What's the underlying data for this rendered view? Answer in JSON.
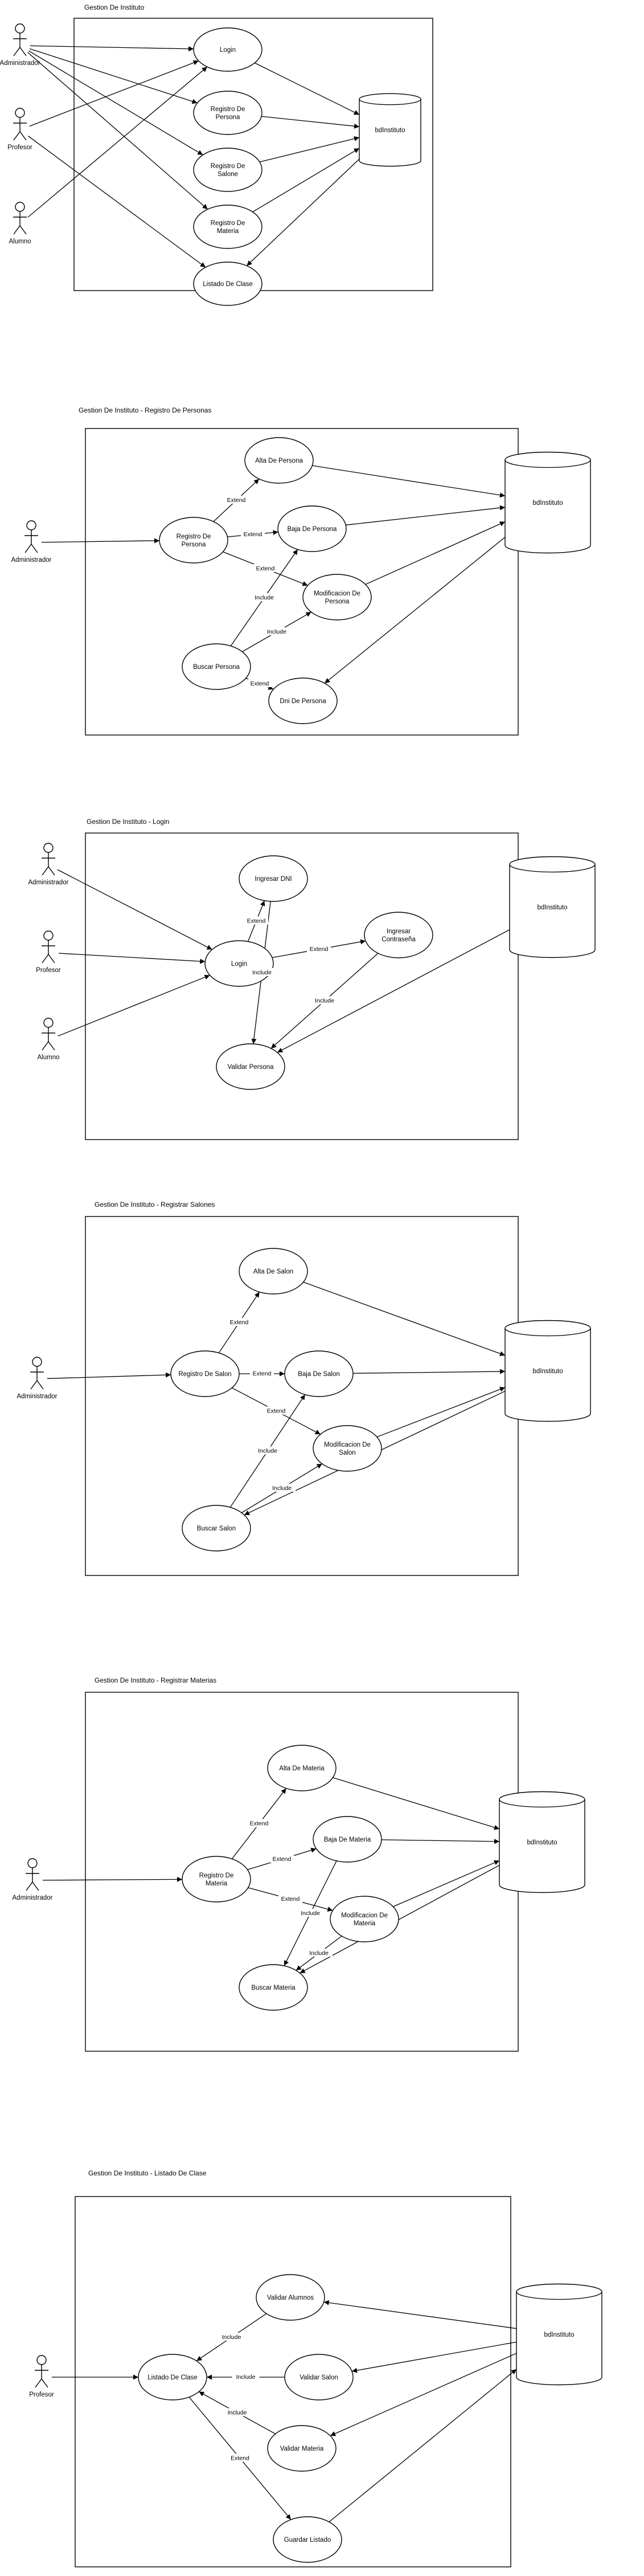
{
  "diagrams": [
    {
      "title": "Gestion De Instituto",
      "actors": [
        "Administrador",
        "Profesor",
        "Alumno"
      ],
      "use_cases": [
        "Login",
        "Registro De Persona",
        "Registro De Salone",
        "Registro De Materia",
        "Listado De Clase"
      ],
      "database": "bdInstituto"
    },
    {
      "title": "Gestion De Instituto - Registro De Personas",
      "actors": [
        "Administrador"
      ],
      "use_cases": [
        "Alta De Persona",
        "Registro De Persona",
        "Baja De Persona",
        "Modificacion De Persona",
        "Buscar Persona",
        "Dni De Persona"
      ],
      "database": "bdInstituto",
      "edge_labels": [
        "Extend",
        "Extend",
        "Extend",
        "Include",
        "Include",
        "Extend"
      ]
    },
    {
      "title": "Gestion De Instituto - Login",
      "actors": [
        "Administrador",
        "Profesor",
        "Alumno"
      ],
      "use_cases": [
        "Login",
        "Ingresar DNI",
        "Ingresar Contraseña",
        "Validar Persona"
      ],
      "database": "bdInstituto",
      "edge_labels": [
        "Extend",
        "Extend",
        "Include",
        "Include"
      ]
    },
    {
      "title": "Gestion De Instituto - Registrar Salones",
      "actors": [
        "Administrador"
      ],
      "use_cases": [
        "Alta De Salon",
        "Registro De Salon",
        "Baja De Salon",
        "Modificacion De Salon",
        "Buscar Salon"
      ],
      "database": "bdInstituto",
      "edge_labels": [
        "Extend",
        "Extend",
        "Extend",
        "Include",
        "Include"
      ]
    },
    {
      "title": "Gestion De Instituto - Registrar Materias",
      "actors": [
        "Administrador"
      ],
      "use_cases": [
        "Alta De Materia",
        "Registro De Materia",
        "Baja De Materia",
        "Modificacion De Materia",
        "Buscar Materia"
      ],
      "database": "bdInstituto",
      "edge_labels": [
        "Extend",
        "Extend",
        "Extend",
        "Include",
        "Include"
      ]
    },
    {
      "title": "Gestion De Instituto - Listado De Clase",
      "actors": [
        "Profesor"
      ],
      "use_cases": [
        "Validar Alumnos",
        "Listado De Clase",
        "Validar Salon",
        "Validar Materia",
        "Guardar Listado"
      ],
      "database": "bdInstituto",
      "edge_labels": [
        "Include",
        "Include",
        "Include",
        "Extend"
      ]
    }
  ]
}
